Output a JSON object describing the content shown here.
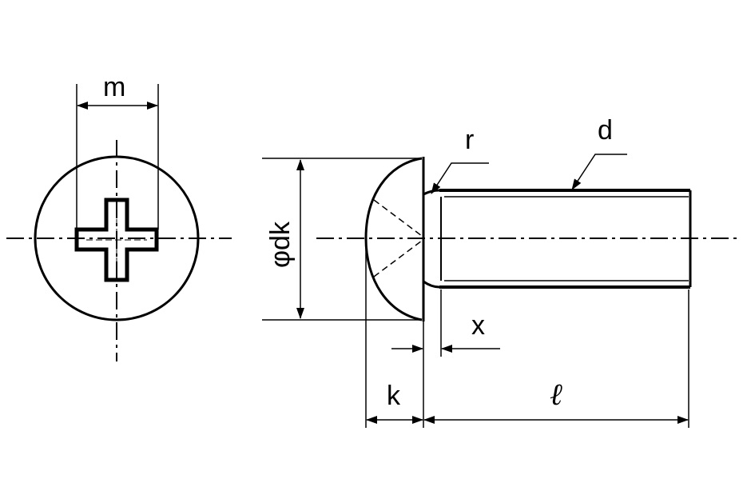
{
  "labels": {
    "m": "m",
    "r": "r",
    "d": "d",
    "dk": "φdk",
    "x": "x",
    "k": "k",
    "l": "ℓ"
  },
  "colors": {
    "ink": "#000000",
    "background": "#ffffff"
  }
}
